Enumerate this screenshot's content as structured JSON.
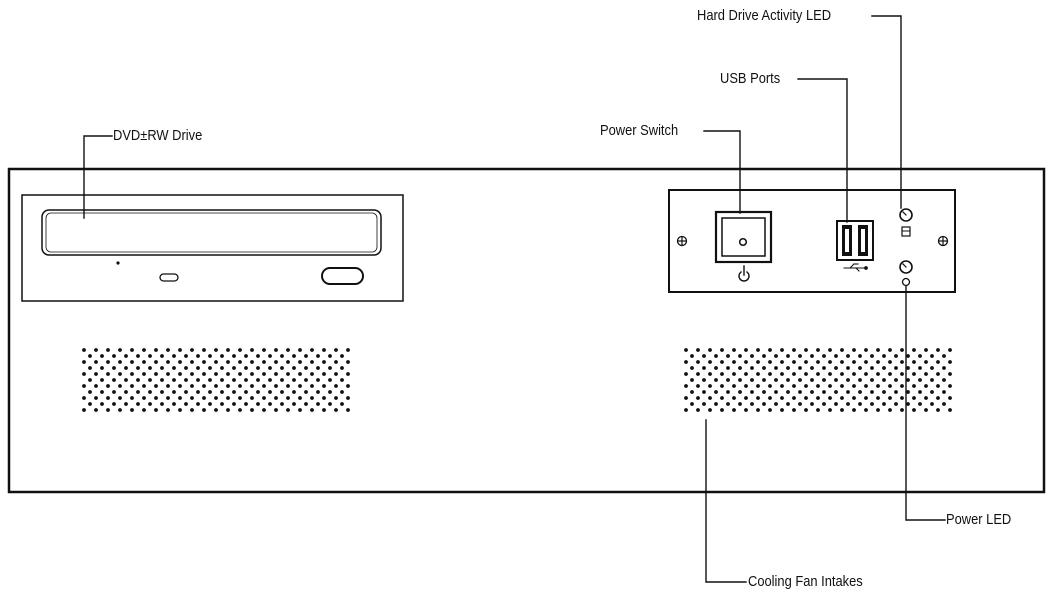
{
  "callouts": {
    "dvd_drive": "DVD±RW Drive",
    "power_switch": "Power Switch",
    "usb_ports": "USB Ports",
    "hdd_led": "Hard Drive Activity LED",
    "power_led": "Power LED",
    "cooling_fan": "Cooling Fan Intakes"
  },
  "icons": {
    "power_symbol": "power-icon",
    "usb_symbol": "usb-icon",
    "hdd_symbol": "hard-drive-icon",
    "led_symbol": "led-icon",
    "screw": "screw-icon"
  },
  "colors": {
    "line": "#111111",
    "background": "#ffffff"
  }
}
